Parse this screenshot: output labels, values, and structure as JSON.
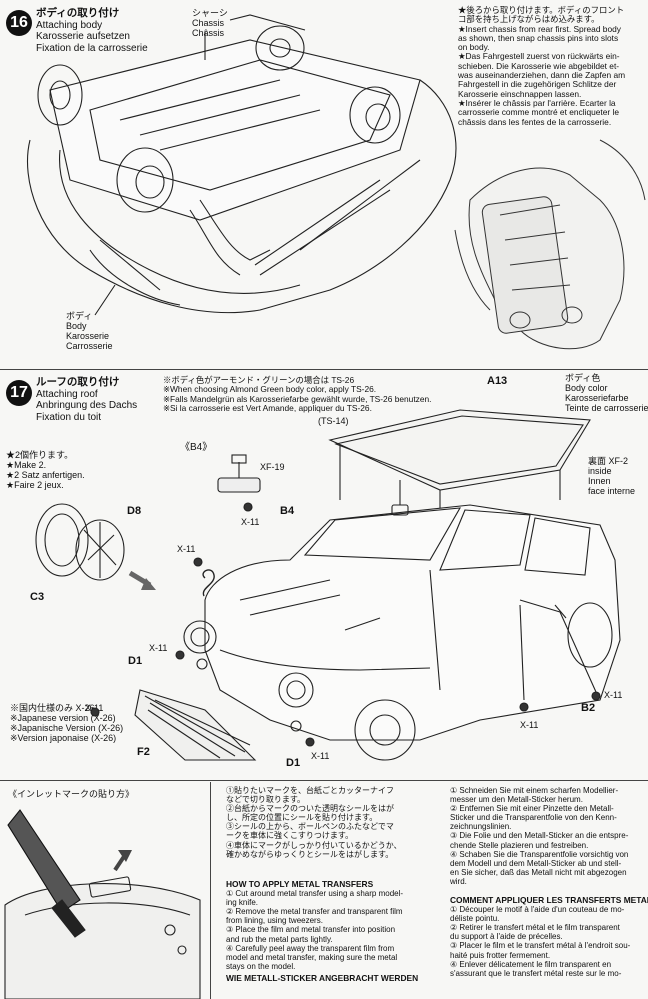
{
  "step16": {
    "number": "16",
    "title_jp": "ボディの取り付け",
    "title_en": "Attaching body",
    "title_de": "Karosserie aufsetzen",
    "title_fr": "Fixation de la carrosserie",
    "chassis_label": [
      "シャーシ",
      "Chassis",
      "Châssis"
    ],
    "body_label": [
      "ボディ",
      "Body",
      "Karosserie",
      "Carrosserie"
    ],
    "notes": [
      "★後ろから取り付けます。ボディのフロント",
      "コ部を持ち上げながらはめ込みます。",
      "★Insert chassis from rear first. Spread body",
      "as shown, then snap chassis pins into slots",
      "on body.",
      "★Das Fahrgestell zuerst von rückwärts ein-",
      "schieben. Die Karosserie wie abgebildet et-",
      "was auseinanderziehen, dann die Zapfen am",
      "Fahrgestell in die zugehörigen Schlitze der",
      "Karosserie einschnappen lassen.",
      "★Insérer le châssis par l'arrière. Ecarter la",
      "carrosserie comme montré et encliqueter le",
      "châssis dans les fentes de la carrosserie."
    ]
  },
  "step17": {
    "number": "17",
    "title_jp": "ルーフの取り付け",
    "title_en": "Attaching roof",
    "title_de": "Anbringung des Dachs",
    "title_fr": "Fixation du toit",
    "color_notes": [
      "※ボディ色がアーモンド・グリーンの場合は TS-26",
      "※When choosing Almond Green body color, apply TS-26.",
      "※Falls Mandelgrün als Karosseriefarbe gewählt wurde, TS-26 benutzen.",
      "※Si la carrosserie est Vert Amande, appliquer du TS-26."
    ],
    "make2": [
      "★2個作ります。",
      "★Make 2.",
      "★2 Satz anfertigen.",
      "★Faire 2 jeux."
    ],
    "body_color": [
      "ボディ色",
      "Body color",
      "Karosseriefarbe",
      "Teinte de carrosserie"
    ],
    "xf2": [
      "裏面 XF-2",
      "inside",
      "Innen",
      "face interne"
    ],
    "japanese_version": [
      "※国内仕様のみ X-26",
      "※Japanese version (X-26)",
      "※Japanische Version (X-26)",
      "※Version japonaise (X-26)"
    ],
    "parts": {
      "a13": "A13",
      "ts14": "(TS-14)",
      "b4_box": "《B4》",
      "xf19": "XF-19",
      "x11": "X-11",
      "b4": "B4",
      "d8": "D8",
      "c3": "C3",
      "d1": "D1",
      "f2": "F2",
      "b2": "B2"
    }
  },
  "metal_transfers": {
    "heading_jp": "《インレットマークの貼り方》",
    "jp_steps": [
      "①貼りたいマークを、台紙ごとカッターナイフ",
      "などで切り取ります。",
      "②台紙からマークのついた透明なシールをはが",
      "し、所定の位置にシールを貼り付けます。",
      "③シールの上から、ボールペンのふたなどでマ",
      "ークを車体に強くこすりつけます。",
      "④車体にマークがしっかり付いているかどうか、",
      "確かめながらゆっくりとシールをはがします。"
    ],
    "en_heading": "HOW TO APPLY METAL TRANSFERS",
    "en_steps": [
      "① Cut around metal transfer using a sharp model-",
      "ing knife.",
      "② Remove the metal transfer and transparent film",
      "from lining, using tweezers.",
      "③ Place the film and metal transfer into position",
      "and rub the metal parts lightly.",
      "④ Carefully peel away the transparent film from",
      "model and metal transfer, making sure the metal",
      "stays on the model."
    ],
    "de_heading": "WIE METALL-STICKER ANGEBRACHT WERDEN",
    "de_steps": [
      "① Schneiden Sie mit einem scharfen Modellier-",
      "messer um den Metall-Sticker herum.",
      "② Entfernen Sie mit einer Pinzette den Metall-",
      "Sticker und die Transparentfolie von den Kenn-",
      "zeichnungslinien.",
      "③ Die Folie und den Metall-Sticker an die entspre-",
      "chende Stelle plazieren und festreiben.",
      "④ Schaben Sie die Transparentfolie vorsichtig von",
      "dem Modell und dem Metall-Sticker ab und stell-",
      "en Sie sicher, daß das Metall nicht mit abgezogen",
      "wird."
    ],
    "fr_heading": "COMMENT APPLIQUER LES TRANSFERTS METAL",
    "fr_steps": [
      "① Découper le motif à l'aide d'un couteau de mo-",
      "déliste pointu.",
      "② Retirer le transfert métal et le film transparent",
      "du support à l'aide de précelles.",
      "③ Placer le film et le transfert métal à l'endroit sou-",
      "haité puis frotter fermement.",
      "④ Enlever délicatement le film transparent en",
      "s'assurant que le transfert métal reste sur le mo-"
    ]
  }
}
